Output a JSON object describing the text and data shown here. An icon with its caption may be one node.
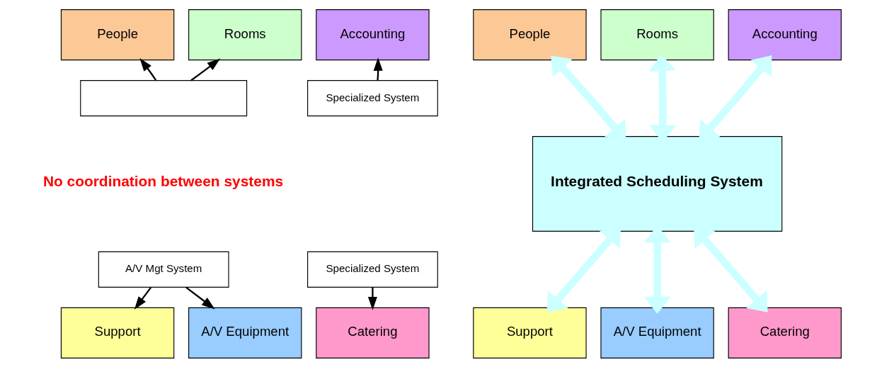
{
  "diagram": {
    "nodes": [
      {
        "text": [
          "People"
        ]
      },
      {
        "text": [
          "Rooms"
        ]
      },
      {
        "text": [
          "Accounting"
        ]
      },
      {
        "text": [],
        "shape": "box"
      },
      {
        "text": [
          "Specialized System"
        ]
      },
      {
        "text": [
          "A/V Mgt System"
        ]
      },
      {
        "text": [
          "Specialized System"
        ]
      },
      {
        "text": [
          "Support"
        ]
      },
      {
        "text": [
          "A/V Equipment"
        ]
      },
      {
        "text": [
          "Catering"
        ]
      },
      {
        "text": [
          "People"
        ]
      },
      {
        "text": [
          "Rooms"
        ]
      },
      {
        "text": [
          "Accounting"
        ]
      },
      {
        "text": [
          "Integrated Scheduling System"
        ]
      },
      {
        "text": [
          "Support"
        ]
      },
      {
        "text": [
          "A/V Equipment"
        ]
      },
      {
        "text": [
          "Catering"
        ]
      }
    ],
    "edges": [
      {
        "from": 3,
        "to": 0,
        "arrow": "to"
      },
      {
        "from": 3,
        "to": 1,
        "arrow": "to"
      },
      {
        "from": 4,
        "to": 2,
        "arrow": "to"
      },
      {
        "from": 5,
        "to": 7,
        "arrow": "to"
      },
      {
        "from": 5,
        "to": 8,
        "arrow": "to"
      },
      {
        "from": 6,
        "to": 9,
        "arrow": "to"
      },
      {
        "from": 13,
        "to": 10,
        "arrow": "both",
        "style": "thick",
        "color": "#ccffff"
      },
      {
        "from": 13,
        "to": 11,
        "arrow": "both",
        "style": "thick",
        "color": "#ccffff"
      },
      {
        "from": 13,
        "to": 12,
        "arrow": "both",
        "style": "thick",
        "color": "#ccffff"
      },
      {
        "from": 13,
        "to": 14,
        "arrow": "both",
        "style": "thick",
        "color": "#ccffff"
      },
      {
        "from": 13,
        "to": 15,
        "arrow": "both",
        "style": "thick",
        "color": "#ccffff"
      },
      {
        "from": 13,
        "to": 16,
        "arrow": "both",
        "style": "thick",
        "color": "#ccffff"
      }
    ],
    "labels": [
      "No coordination between systems"
    ]
  }
}
